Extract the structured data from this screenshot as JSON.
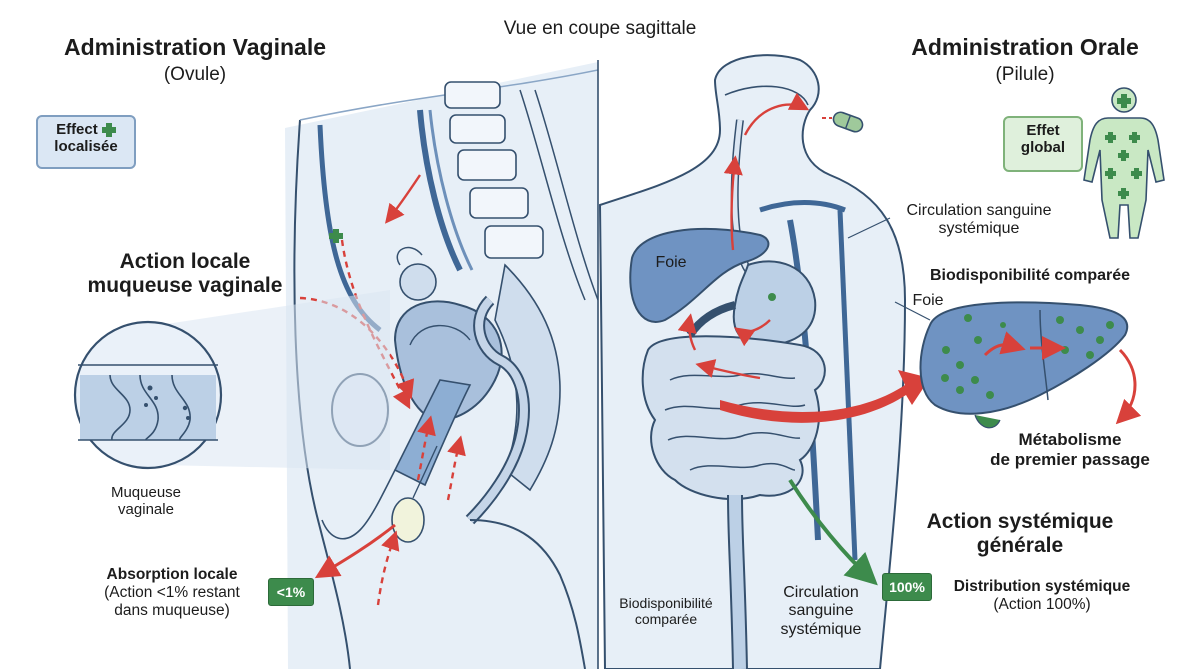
{
  "header": {
    "view_title": "Vue en coupe sagittale",
    "left_title": "Administration Vaginale",
    "left_subtitle": "(Ovule)",
    "right_title": "Administration Orale",
    "right_subtitle": "(Pilule)"
  },
  "left": {
    "badge_line1": "Effect",
    "badge_line2": "localisée",
    "action_line1": "Action locale",
    "action_line2": "muqueuse vaginale",
    "mucosa_line1": "Muqueuse",
    "mucosa_line2": "vaginale",
    "absorption_title": "Absorption locale",
    "absorption_line2": "(Action <1% restant",
    "absorption_line3": "dans muqueuse)",
    "percent": "<1%"
  },
  "right": {
    "badge_line1": "Effet",
    "badge_line2": "global",
    "circ_top_line1": "Circulation sanguine",
    "circ_top_line2": "systémique",
    "liver_label": "Foie",
    "bio_title": "Biodisponibilité comparée",
    "liver_label_zoom": "Foie",
    "metab_line1": "Métabolisme",
    "metab_line2": "de premier passage",
    "action_line1": "Action systémique",
    "action_line2": "générale",
    "percent": "100%",
    "distrib_title": "Distribution systémique",
    "distrib_line2": "(Action 100%)",
    "bio_bottom_line1": "Biodisponibilité",
    "bio_bottom_line2": "comparée",
    "circ_bottom_line1": "Circulation",
    "circ_bottom_line2": "sanguine",
    "circ_bottom_line3": "systémique"
  },
  "colors": {
    "tissue": "#dce8f3",
    "tissue_dark": "#7f9ec0",
    "outline": "#35506e",
    "arrow_red": "#d8413b",
    "accent_green": "#3d8b4c",
    "badge_blue": "#dbe7f4",
    "badge_green": "#dff0dc"
  },
  "icons": [
    "green-cross-icon",
    "pill-icon",
    "human-figure-icon",
    "magnifier-inset-icon"
  ]
}
